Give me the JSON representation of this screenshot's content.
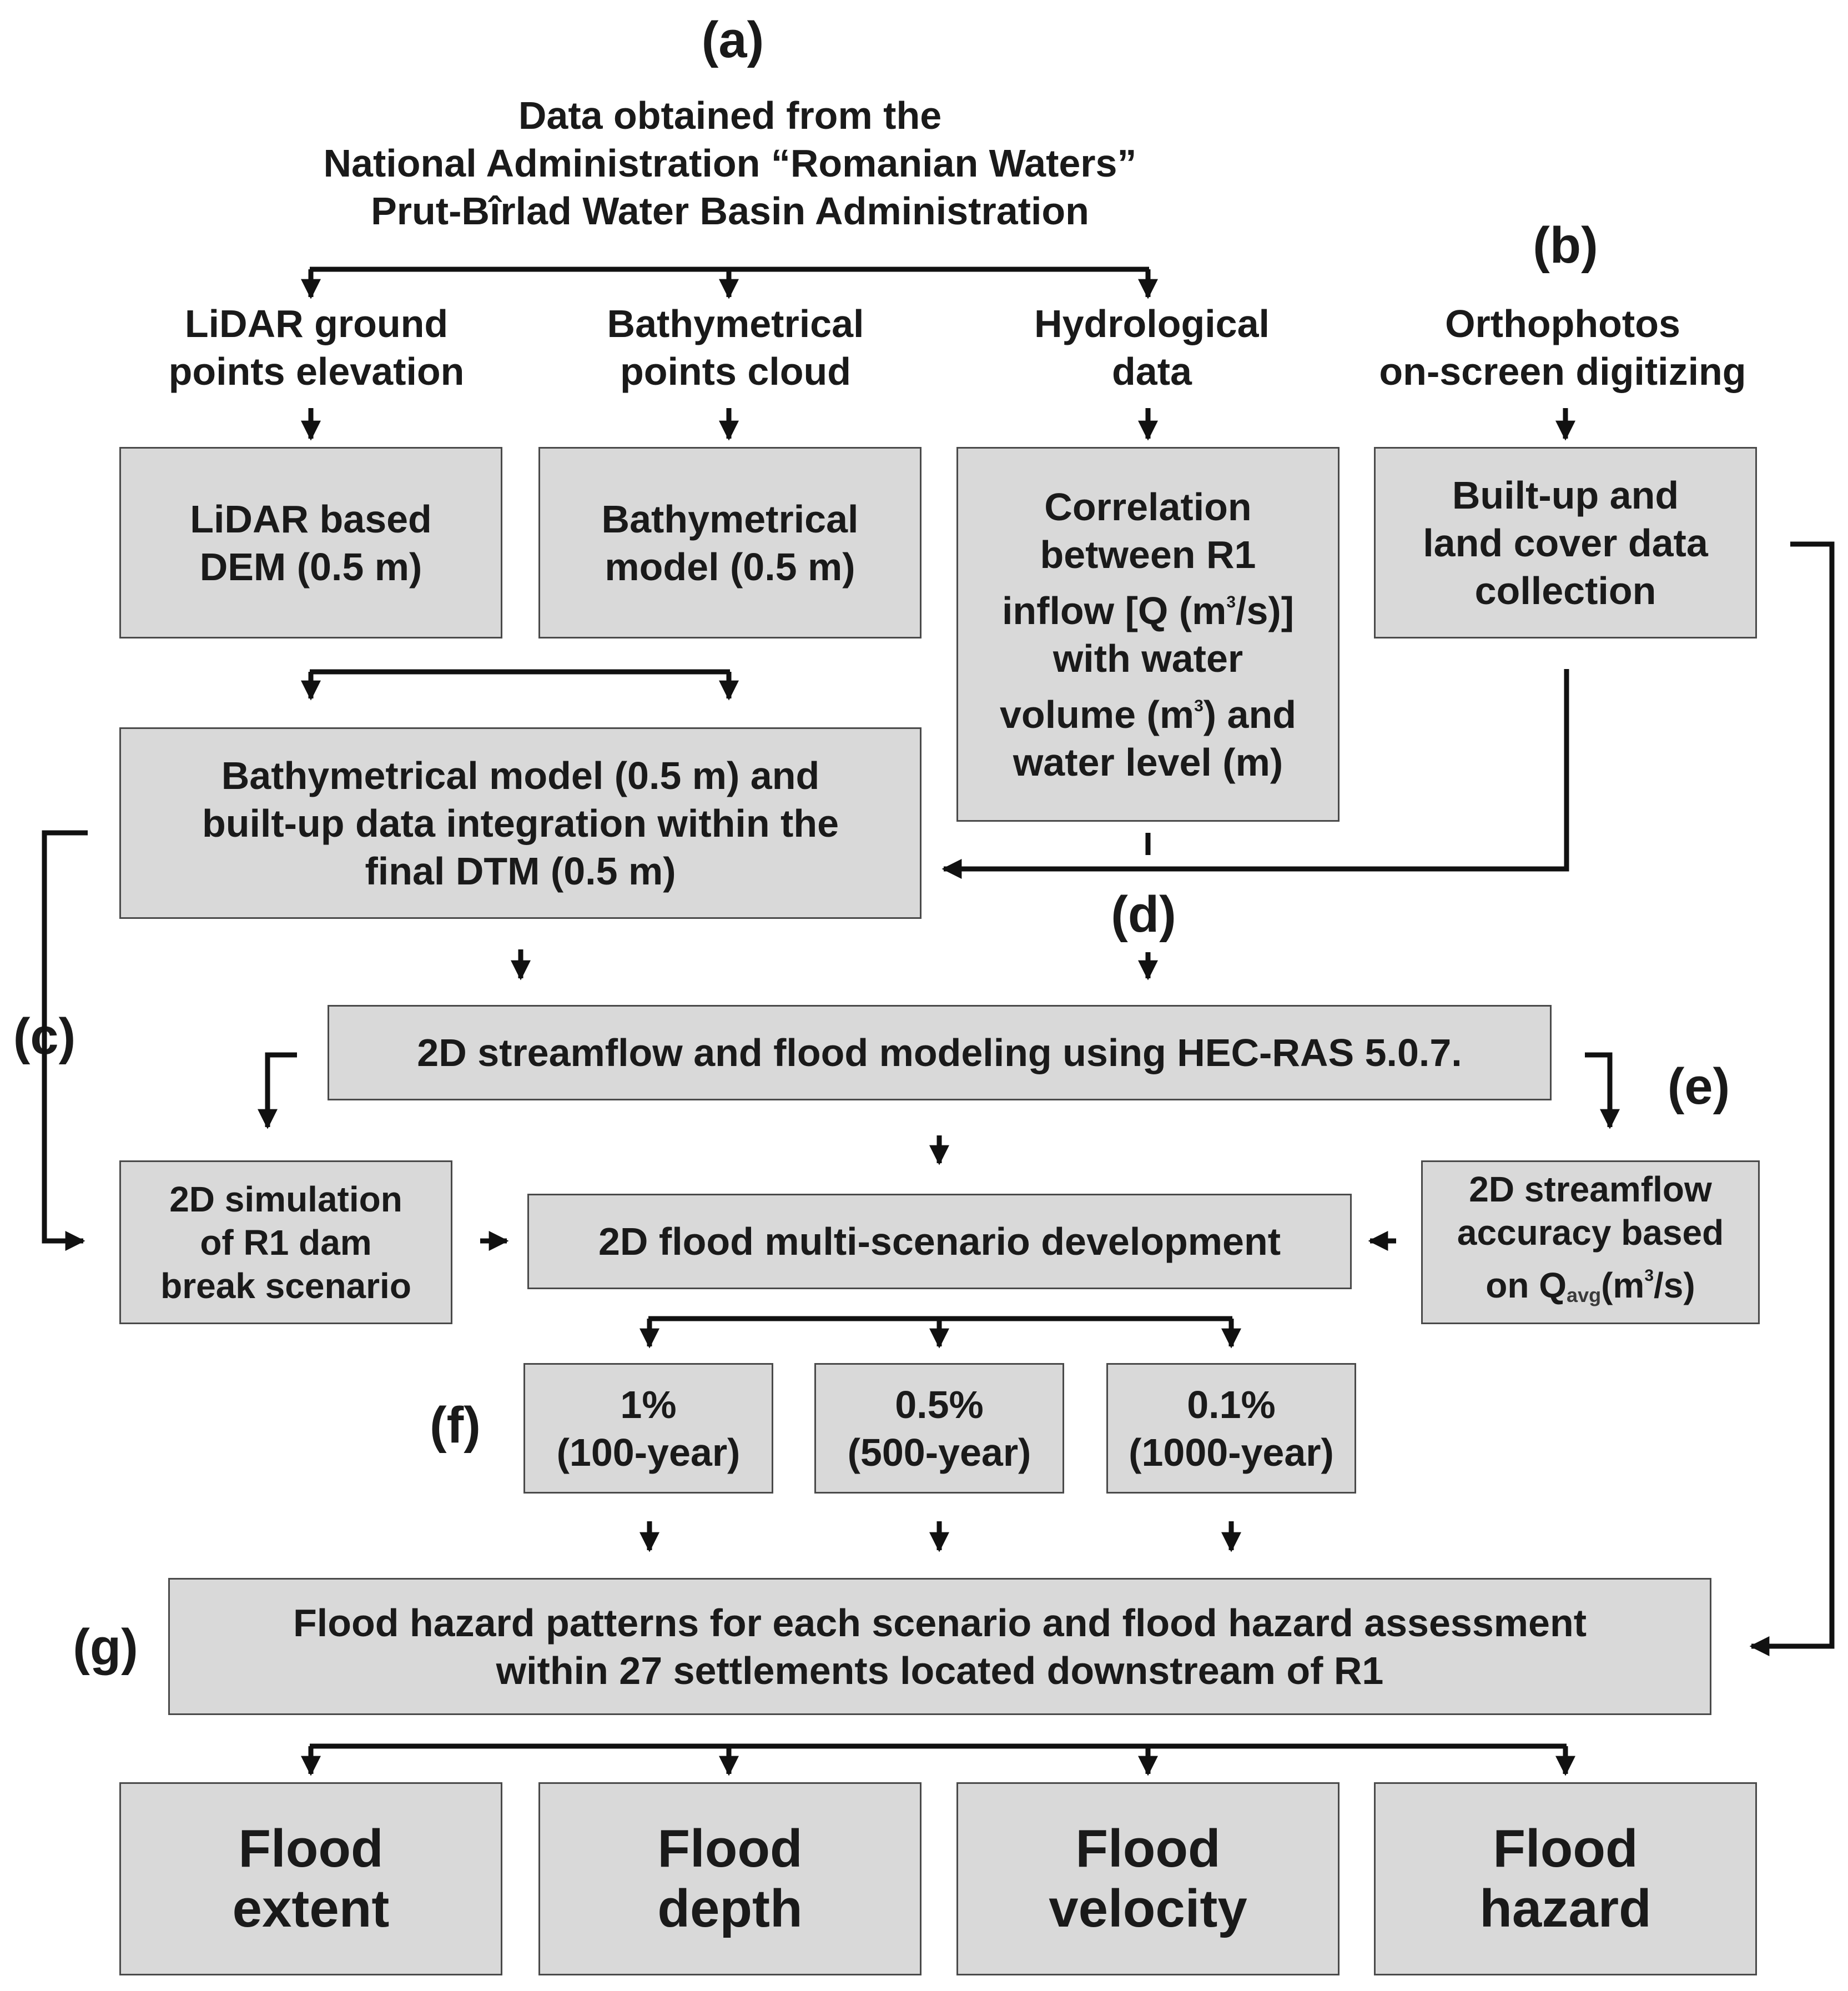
{
  "labels": {
    "a": "(a)",
    "b": "(b)",
    "c": "(c)",
    "d": "(d)",
    "e": "(e)",
    "f": "(f)",
    "g": "(g)"
  },
  "source": {
    "line1": "Data obtained from the",
    "line2": "National Administration “Romanian Waters”",
    "line3": "Prut-Bîrlad Water Basin Administration"
  },
  "inputs": {
    "lidar": [
      "LiDAR ground",
      "points elevation"
    ],
    "bathy": [
      "Bathymetrical",
      "points cloud"
    ],
    "hydro": [
      "Hydrological",
      "data"
    ],
    "ortho": [
      "Orthophotos",
      "on-screen digitizing"
    ]
  },
  "boxes": {
    "lidar_dem": [
      "LiDAR based",
      "DEM (0.5 m)"
    ],
    "bathy_model": [
      "Bathymetrical",
      "model (0.5 m)"
    ],
    "correlation": {
      "l1": "Correlation",
      "l2": "between R1",
      "l3a": "inflow [Q (m",
      "l3sup": "3",
      "l3b": "/s)]",
      "l4": "with water",
      "l5a": "volume (m",
      "l5sup": "3",
      "l5b": ") and",
      "l6": "water level (m)"
    },
    "builtup": [
      "Built-up and",
      "land cover data",
      "collection"
    ],
    "integration": [
      "Bathymetrical model (0.5 m) and",
      "built-up data integration within the",
      "final DTM (0.5 m)"
    ],
    "hecras": "2D streamflow and flood modeling using HEC-RAS 5.0.7.",
    "dambreak": [
      "2D simulation",
      "of R1 dam",
      "break scenario"
    ],
    "multiscenario": "2D flood multi-scenario development",
    "accuracy": {
      "l1": "2D streamflow",
      "l2": "accuracy based",
      "l3a": "on Q",
      "l3sub": "avg",
      "l3b": "(m",
      "l3sup": "3",
      "l3c": "/s)"
    },
    "s1": [
      "1%",
      "(100-year)"
    ],
    "s2": [
      "0.5%",
      "(500-year)"
    ],
    "s3": [
      "0.1%",
      "(1000-year)"
    ],
    "hazard_patterns": [
      "Flood hazard patterns for each scenario and flood hazard assessment",
      "within 27 settlements located downstream of R1"
    ],
    "out_extent": [
      "Flood",
      "extent"
    ],
    "out_depth": [
      "Flood",
      "depth"
    ],
    "out_velocity": [
      "Flood",
      "velocity"
    ],
    "out_hazard": [
      "Flood",
      "hazard"
    ]
  },
  "colors": {
    "box_fill": "#d9d9d9",
    "box_border": "#4a4a4a",
    "line": "#111111"
  }
}
